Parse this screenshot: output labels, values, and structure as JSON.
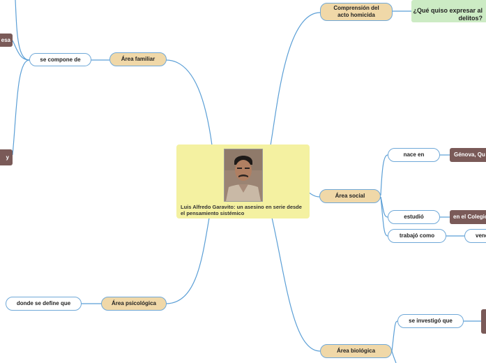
{
  "central": {
    "title": "Luis Alfredo Garavito: un asesino en serie desde el pensamiento sistémico"
  },
  "areas": {
    "familiar": "Área familiar",
    "comprension": "Comprensión del acto homicida",
    "social": "Área social",
    "psicologica": "Área psicológica",
    "biologica": "Área biológica"
  },
  "connectors": {
    "se_compone_de": "se compone de",
    "nace_en": "nace en",
    "estudio": "estudió",
    "trabajo_como": "trabajó como",
    "donde_se_define_que": "donde se define que",
    "se_investigo_que": "se investigó que"
  },
  "leaves": {
    "esa": "esa",
    "y": "y",
    "genova": "Génova, Qu",
    "colegio": "en el Colegio",
    "vende": "vend"
  },
  "question": {
    "line1": "¿Qué quiso expresar al",
    "line2": "delitos?"
  },
  "colors": {
    "line": "#5b9fd6",
    "area_fill": "#f0d8a8",
    "central_fill": "#f4f1a1",
    "leaf_fill": "#7a5a58",
    "question_fill": "#ccebc4"
  }
}
